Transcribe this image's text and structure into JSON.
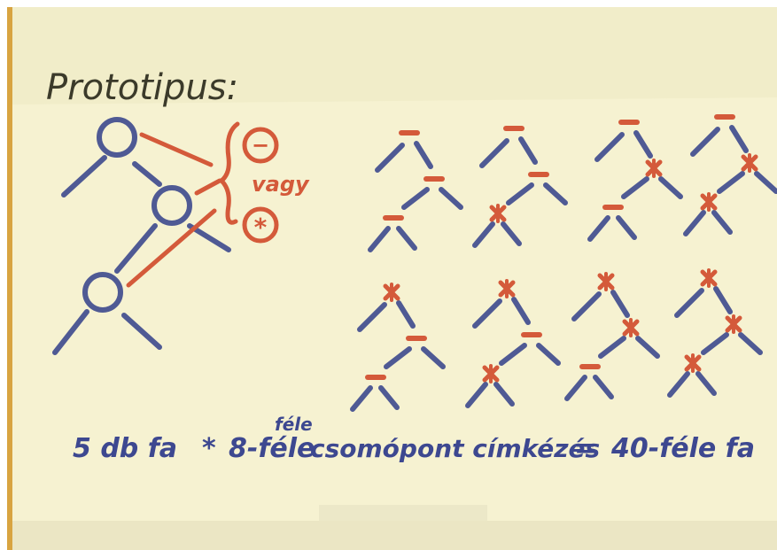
{
  "title": "Prototipus:",
  "note": {
    "vagy": "vagy",
    "minus_symbol": "−",
    "times_symbol": "*"
  },
  "formula": {
    "part1": "5 db fa",
    "times": "*",
    "part2": "8-féle",
    "superscript": "féle",
    "part3": "csomópont címkézés",
    "equals": "=",
    "part4": "40-féle fa"
  },
  "colors": {
    "paper": "#f5f1cf",
    "paper_top": "#f2eecd",
    "blue": "#4f5a94",
    "red": "#d45a3a",
    "pencil": "#3b3a2a"
  },
  "trees": [
    {
      "labels": [
        "minus",
        "minus",
        "minus"
      ]
    },
    {
      "labels": [
        "minus",
        "minus",
        "times"
      ]
    },
    {
      "labels": [
        "minus",
        "times",
        "minus"
      ]
    },
    {
      "labels": [
        "minus",
        "times",
        "times"
      ]
    },
    {
      "labels": [
        "times",
        "minus",
        "minus"
      ]
    },
    {
      "labels": [
        "times",
        "minus",
        "times"
      ]
    },
    {
      "labels": [
        "times",
        "times",
        "minus"
      ]
    },
    {
      "labels": [
        "times",
        "times",
        "times"
      ]
    }
  ]
}
